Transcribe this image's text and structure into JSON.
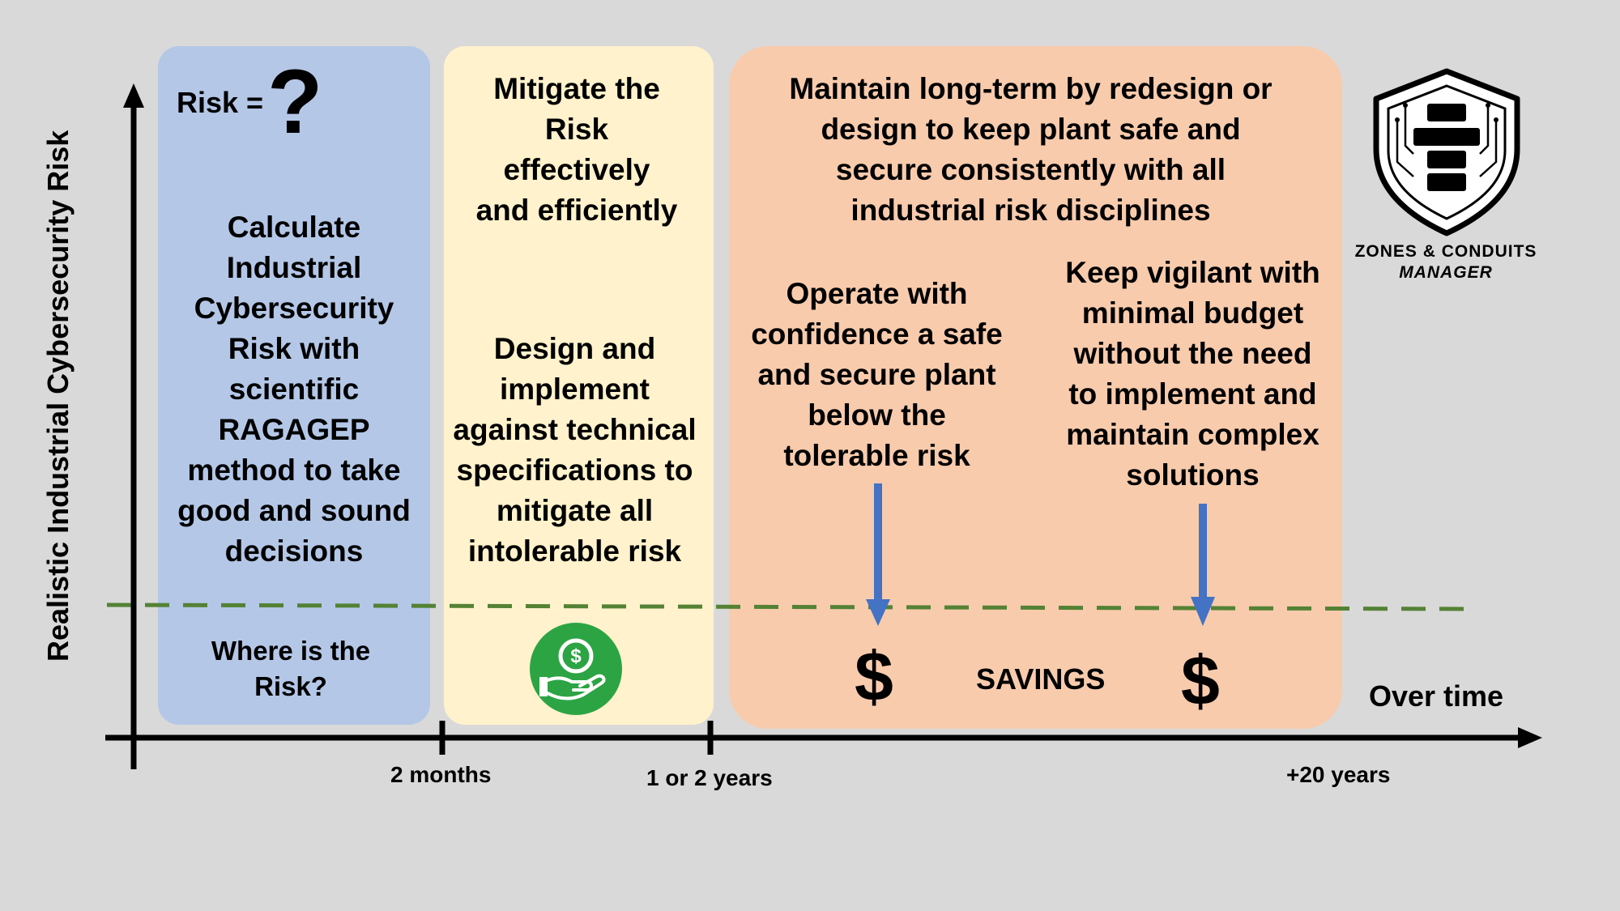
{
  "y_axis_label": "Realistic Industrial Cybersecurity Risk",
  "x_axis_label": "Over time",
  "ticks": [
    "2 months",
    "1 or 2 years",
    "+20 years"
  ],
  "phase1": {
    "risk_prefix": "Risk =",
    "risk_symbol": "?",
    "body": [
      "Calculate",
      "Industrial",
      "Cybersecurity",
      "Risk with",
      "scientific",
      "RAGAGEP",
      "method to take",
      "good and sound",
      "decisions"
    ],
    "bottom": [
      "Where is the",
      "Risk?"
    ]
  },
  "phase2": {
    "heading": [
      "Mitigate the",
      "Risk",
      "effectively",
      "and efficiently"
    ],
    "body": [
      "Design and",
      "implement",
      "against technical",
      "specifications to",
      "mitigate all",
      "intolerable risk"
    ],
    "icon": "money-hand-icon"
  },
  "phase3": {
    "heading": [
      "Maintain long-term by redesign or",
      "design to keep plant safe and",
      "secure consistently with all",
      "industrial risk disciplines"
    ],
    "left": [
      "Operate with",
      "confidence a safe",
      "and secure plant",
      "below the",
      "tolerable risk"
    ],
    "right": [
      "Keep vigilant with",
      "minimal budget",
      "without the need",
      "to implement and",
      "maintain complex",
      "solutions"
    ],
    "dollar": "$",
    "savings": "SAVINGS"
  },
  "logo": {
    "line1": "ZONES & CONDUITS",
    "line2": "MANAGER"
  },
  "colors": {
    "phase1": "#b4c7e7",
    "phase2": "#fff2cc",
    "phase3": "#f8cbad",
    "threshold": "#548235",
    "arrows": "#4472c4",
    "money_icon": "#2ca444"
  }
}
